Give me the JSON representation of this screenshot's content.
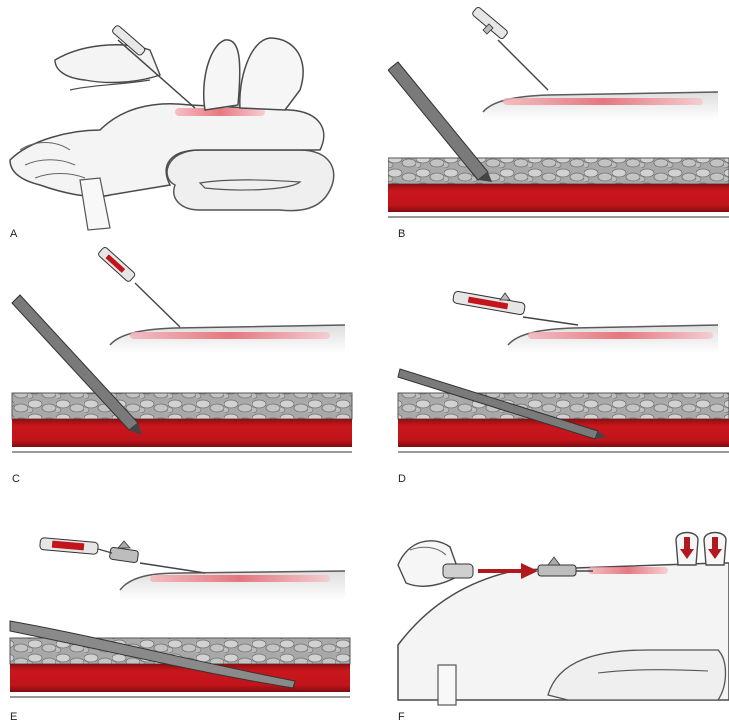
{
  "panels": [
    {
      "label": "A"
    },
    {
      "label": "B"
    },
    {
      "label": "C"
    },
    {
      "label": "D"
    },
    {
      "label": "E"
    },
    {
      "label": "F"
    }
  ],
  "colors": {
    "artery": "#c2141b",
    "artery_dark": "#7e0d10",
    "skin_line": "#5a5a5a",
    "pink_vessel": "#e06a72",
    "tissue": "#9a9a9a",
    "arrow": "#b0191e",
    "sleeve": "#2e2e2e"
  }
}
